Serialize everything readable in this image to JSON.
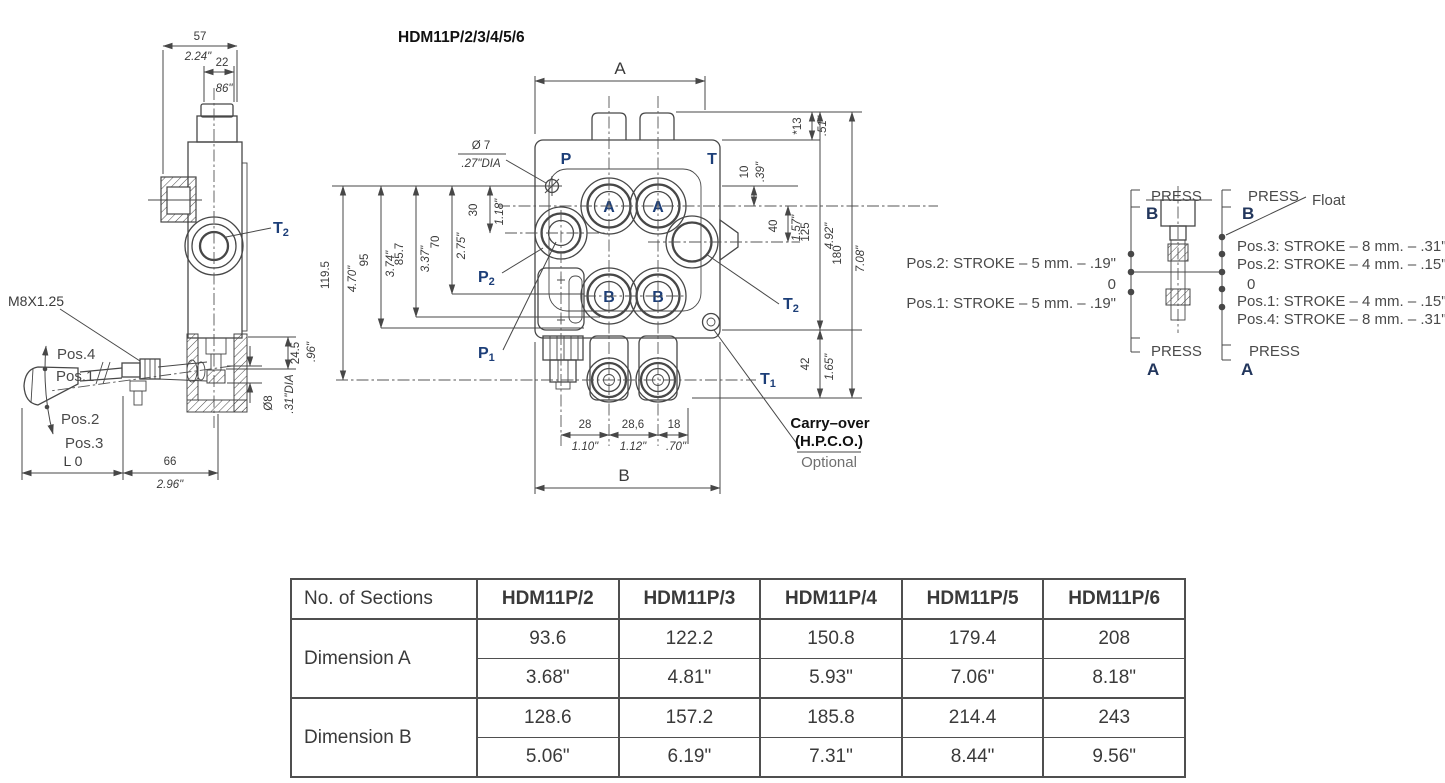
{
  "title": "HDM11P/2/3/4/5/6",
  "colors": {
    "port_label": "#1c3e78",
    "drawing_line": "#474747",
    "text_gray": "#4a4a4a"
  },
  "left_view": {
    "dim_width": {
      "mm": "57",
      "in": "2.24\""
    },
    "dim_cap": {
      "mm": "22",
      "in": "86\""
    },
    "thread_label": "M8X1.25",
    "pos4": "Pos.4",
    "pos1": "Pos.1",
    "pos2": "Pos.2",
    "pos3": "Pos.3",
    "lever_len": "L 0",
    "dim_base": {
      "mm": "66",
      "in": "2.96\""
    },
    "dim_spool": {
      "mm": "24.5",
      "in": ".96\""
    },
    "dim_rod": {
      "mm": "Ø8",
      "in": ".31\"DIA"
    },
    "port_t2": {
      "base": "T",
      "sub": "2"
    }
  },
  "front_view": {
    "dim_a_label": "A",
    "dim_b_label": "B",
    "hole": {
      "mm": "Ø 7",
      "in": ".27\"DIA"
    },
    "ports": {
      "p": "P",
      "t": "T",
      "a": "A",
      "b": "B",
      "p2": {
        "base": "P",
        "sub": "2"
      },
      "p1": {
        "base": "P",
        "sub": "1"
      },
      "t2": {
        "base": "T",
        "sub": "2"
      },
      "t1": {
        "base": "T",
        "sub": "1"
      }
    },
    "left_dims": [
      {
        "mm": "30",
        "in": "1.18\""
      },
      {
        "mm": "70",
        "in": "2.75\""
      },
      {
        "mm": "85.7",
        "in": "3.37\""
      },
      {
        "mm": "95",
        "in": "3.74\""
      },
      {
        "mm": "119.5",
        "in": "4.70\""
      }
    ],
    "right_dims": [
      {
        "mm": "*13",
        "in": ".51\""
      },
      {
        "mm": "10",
        "in": ".39\""
      },
      {
        "mm": "40",
        "in": "1.57\""
      },
      {
        "mm": "125",
        "in": "4.92\""
      },
      {
        "mm": "42",
        "in": "1.65\""
      },
      {
        "mm": "180",
        "in": "7.08\""
      }
    ],
    "bottom_dims": [
      {
        "mm": "28",
        "in": "1.10\""
      },
      {
        "mm": "28,6",
        "in": "1.12\""
      },
      {
        "mm": "18",
        "in": ".70\""
      }
    ],
    "carry_over": {
      "line1": "Carry–over",
      "line2": "(H.P.C.O.)",
      "line3": "Optional"
    }
  },
  "stroke_diagram": {
    "left": {
      "press_top": "PRESS",
      "b": "B",
      "pos2": "Pos.2: STROKE – 5 mm. – .19\"",
      "zero": "0",
      "pos1": "Pos.1: STROKE – 5 mm. – .19\"",
      "press_bottom": "PRESS",
      "a": "A"
    },
    "right": {
      "press_top": "PRESS",
      "b": "B",
      "float_label": "Float",
      "pos3": "Pos.3: STROKE – 8 mm. – .31\"",
      "pos2": "Pos.2: STROKE – 4 mm. – .15\"",
      "zero": "0",
      "pos1": "Pos.1: STROKE – 4 mm. – .15\"",
      "pos4": "Pos.4: STROKE – 8 mm. – .31\"",
      "press_bottom": "PRESS",
      "a": "A"
    }
  },
  "table": {
    "headers": [
      "No. of Sections",
      "HDM11P/2",
      "HDM11P/3",
      "HDM11P/4",
      "HDM11P/5",
      "HDM11P/6"
    ],
    "dim_a": {
      "label": "Dimension A",
      "mm": [
        "93.6",
        "122.2",
        "150.8",
        "179.4",
        "208"
      ],
      "inch": [
        "3.68\"",
        "4.81\"",
        "5.93\"",
        "7.06\"",
        "8.18\""
      ]
    },
    "dim_b": {
      "label": "Dimension B",
      "mm": [
        "128.6",
        "157.2",
        "185.8",
        "214.4",
        "243"
      ],
      "inch": [
        "5.06\"",
        "6.19\"",
        "7.31\"",
        "8.44\"",
        "9.56\""
      ]
    }
  }
}
